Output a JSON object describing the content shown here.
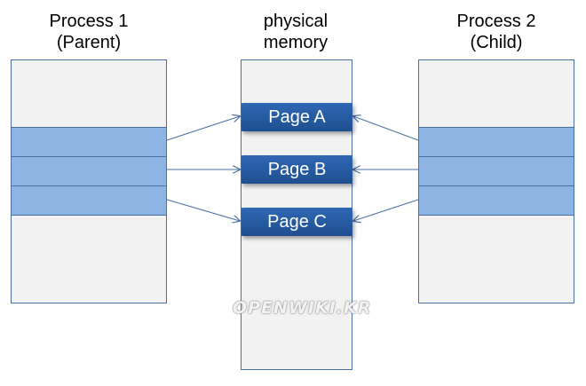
{
  "process1": {
    "line1": "Process 1",
    "line2": "(Parent)"
  },
  "physical_memory": {
    "line1": "physical",
    "line2": "memory"
  },
  "process2": {
    "line1": "Process 2",
    "line2": "(Child)"
  },
  "pages": [
    "Page A",
    "Page B",
    "Page C"
  ],
  "watermark": "OPENWIKI.KR",
  "colors": {
    "box_fill": "#f2f2f2",
    "stripe_fill": "#8eb4e3",
    "page_fill": "#2a5fa6",
    "arrow": "#4a6fa5"
  }
}
